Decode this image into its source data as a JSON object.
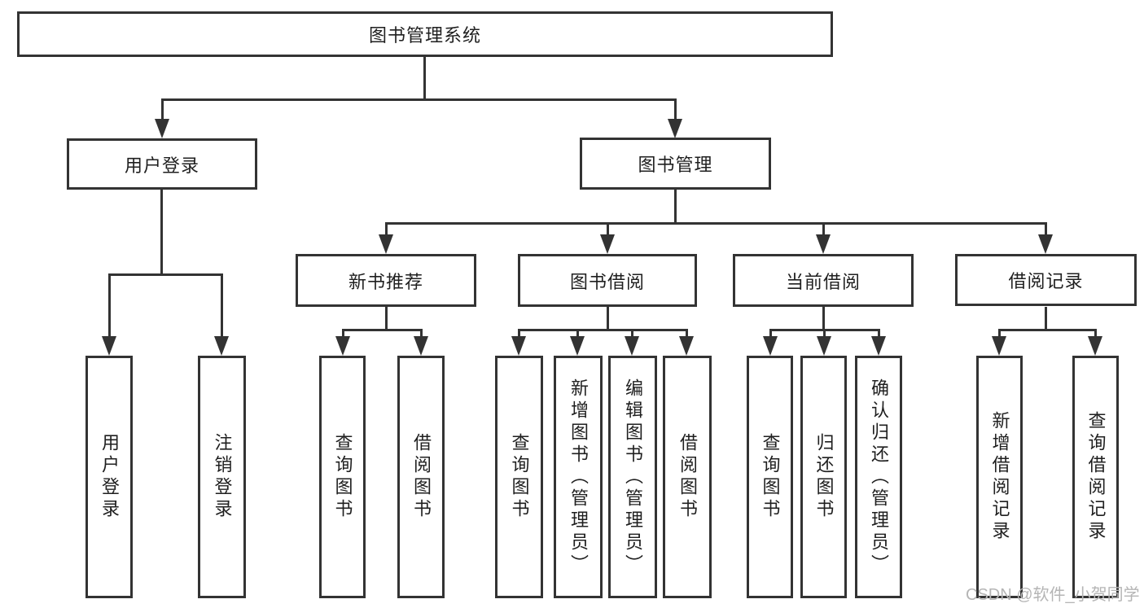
{
  "diagram": {
    "root": {
      "label": "图书管理系统"
    },
    "level2": [
      {
        "label": "用户登录"
      },
      {
        "label": "图书管理"
      }
    ],
    "level3": [
      {
        "label": "新书推荐"
      },
      {
        "label": "图书借阅"
      },
      {
        "label": "当前借阅"
      },
      {
        "label": "借阅记录"
      }
    ],
    "leaves": {
      "user_login": [
        {
          "label": "用户登录"
        },
        {
          "label": "注销登录"
        }
      ],
      "new_book_recommend": [
        {
          "label": "查询图书"
        },
        {
          "label": "借阅图书"
        }
      ],
      "book_borrow": [
        {
          "label": "查询图书"
        },
        {
          "label": "新增图书（管理员）"
        },
        {
          "label": "编辑图书（管理员）"
        },
        {
          "label": "借阅图书"
        }
      ],
      "current_borrow": [
        {
          "label": "查询图书"
        },
        {
          "label": "归还图书"
        },
        {
          "label": "确认归还（管理员）"
        }
      ],
      "borrow_records": [
        {
          "label": "新增借阅记录"
        },
        {
          "label": "查询借阅记录"
        }
      ]
    }
  },
  "watermark": {
    "text": "CSDN @软件_小贺同学"
  },
  "colors": {
    "line": "#333333",
    "background": "#ffffff",
    "text": "#1f1f1f",
    "watermark": "#b5b5b5"
  }
}
